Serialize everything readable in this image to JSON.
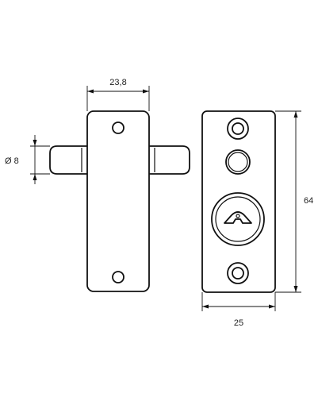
{
  "dimensions": {
    "plate_width": "23,8",
    "bolt_diameter": "Ø 8",
    "body_height": "64",
    "body_width": "25"
  }
}
